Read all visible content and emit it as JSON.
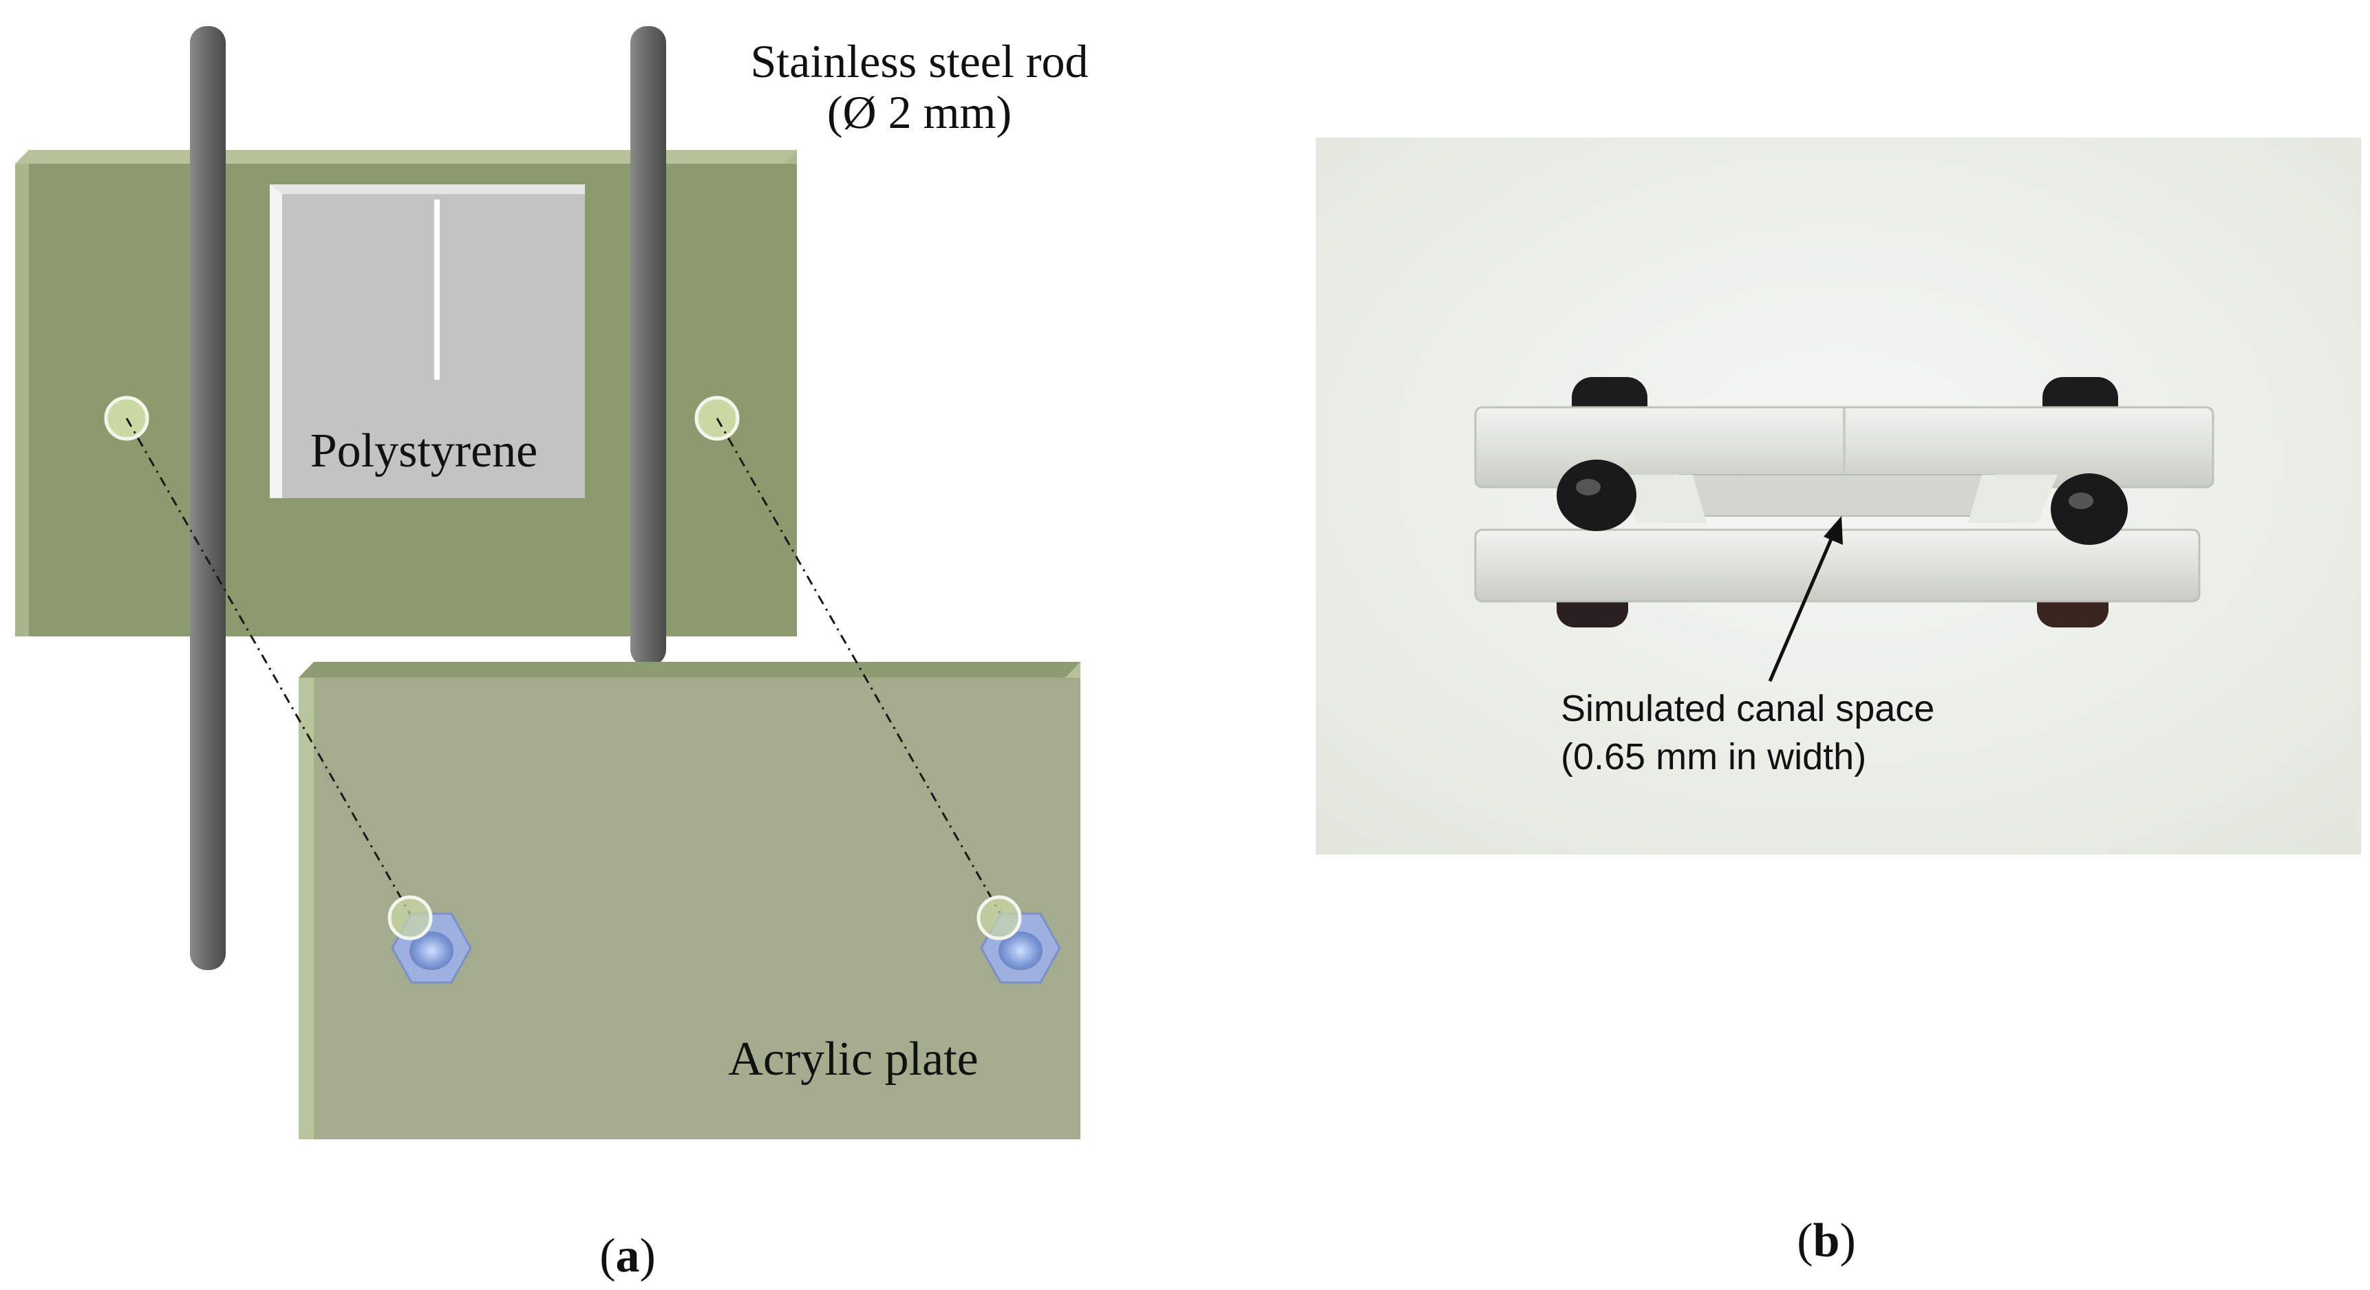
{
  "panel_a": {
    "rod_label_line1": "Stainless steel rod",
    "rod_label_line2": "(Ø 2 mm)",
    "polystyrene_label": "Polystyrene",
    "acrylic_label": "Acrylic plate",
    "caption_letter": "a",
    "plate_color": "#8c9a6d",
    "front_plate_color": "#a3ad8d",
    "rod_color": "#6b6b6b",
    "polystyrene_color": "#c3c3c3",
    "nut_color": "#8fa6d6"
  },
  "panel_b": {
    "annotation_line1": "Simulated canal space",
    "annotation_line2": "(0.65 mm in width)",
    "caption_letter": "b",
    "photo_background": "#eef0ea",
    "acrylic_color": "#e2e4de",
    "screw_color": "#1e1e1e"
  }
}
